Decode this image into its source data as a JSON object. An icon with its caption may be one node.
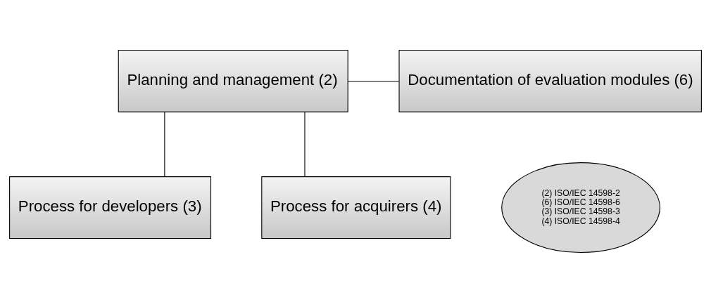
{
  "diagram": {
    "nodes": [
      {
        "text": [
          "Planning and management (2)"
        ]
      },
      {
        "text": [
          "Documentation of evaluation modules (6)"
        ]
      },
      {
        "text": [
          "Process for developers (3)"
        ]
      },
      {
        "text": [
          "Process for acquirers (4)"
        ]
      },
      {
        "text": [
          "(2) ISO/IEC 14598-2",
          "(6) ISO/IEC 14598-6",
          "(3) ISO/IEC 14598-3",
          "(4) ISO/IEC 14598-4"
        ]
      }
    ],
    "edges": [
      {
        "from": 0,
        "to": 1,
        "arrow": "none"
      },
      {
        "from": 0,
        "to": 2,
        "arrow": "none"
      },
      {
        "from": 0,
        "to": 3,
        "arrow": "none"
      }
    ]
  }
}
